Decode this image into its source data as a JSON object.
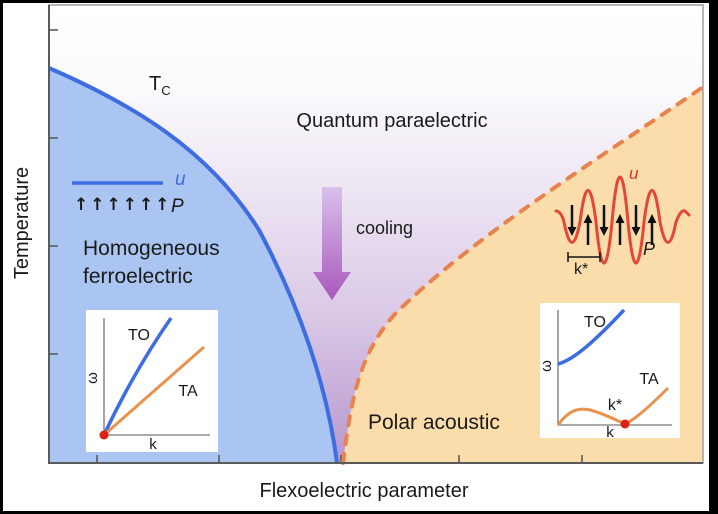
{
  "figure": {
    "axes": {
      "y_label": "Temperature",
      "x_label": "Flexoelectric parameter"
    },
    "labels": {
      "tc_base": "T",
      "tc_sub": "C",
      "quantum_paraelectric": "Quantum paraelectric",
      "cooling": "cooling",
      "homogeneous_line1": "Homogeneous",
      "homogeneous_line2": "ferroelectric",
      "polar_acoustic": "Polar acoustic"
    },
    "ferro_annotation": {
      "u": "u",
      "arrows": "↑↑↑↑↑↑",
      "p": "P"
    },
    "wave_annotation": {
      "u": "u",
      "p": "P",
      "kstar": "k*"
    },
    "inset_left": {
      "to": "TO",
      "ta": "TA",
      "omega": "ω",
      "k": "k"
    },
    "inset_right": {
      "to": "TO",
      "ta": "TA",
      "omega": "ω",
      "k": "k",
      "kstar": "k*"
    },
    "phase_boundaries": {
      "ferroelectric_boundary": "solid blue curve from left axis to bottom axis",
      "polar_acoustic_boundary": "dashed orange curve from bottom axis to right edge"
    },
    "colors": {
      "ferro_fill": "#abc5f3",
      "ferro_curve": "#3d6de0",
      "acoustic_fill": "#fbdcab",
      "acoustic_curve": "#e8824e",
      "paraelectric_gradient_bottom": "#b897cc",
      "cooling_arrow_top": "#d9c0ea",
      "cooling_arrow_bottom": "#a958bc",
      "wave": "#e04938",
      "red_dot": "#dd2211",
      "inset_to": "#3d6de0",
      "inset_ta": "#e8924e"
    }
  }
}
